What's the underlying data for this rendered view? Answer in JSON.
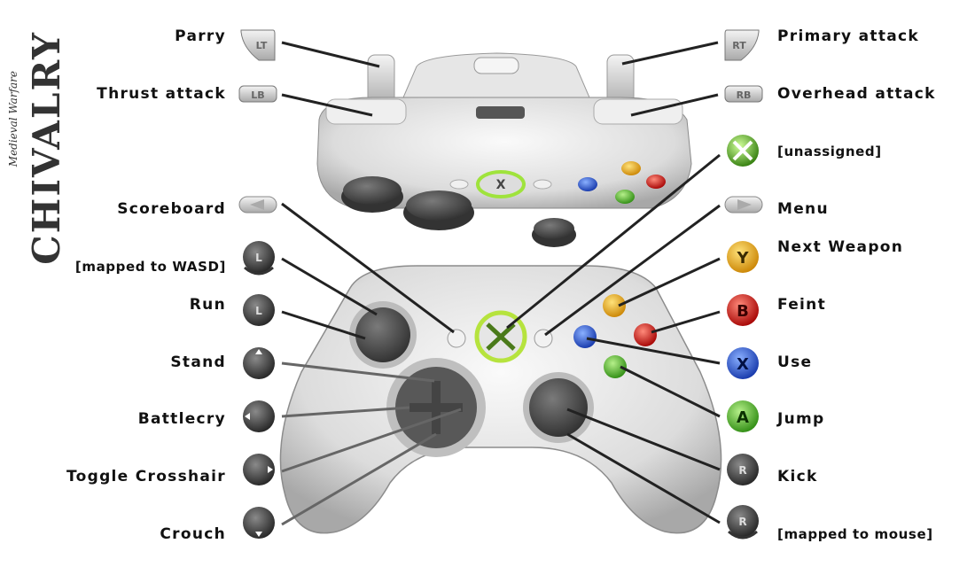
{
  "logo": {
    "title": "CHIVALRY",
    "subtitle": "Medieval Warfare"
  },
  "labels_left": [
    {
      "id": "parry",
      "text": "Parry",
      "button": "LT"
    },
    {
      "id": "thrust",
      "text": "Thrust attack",
      "button": "LB"
    },
    {
      "id": "scoreboard",
      "text": "Scoreboard",
      "button": "Back"
    },
    {
      "id": "wasd",
      "text": "[mapped to WASD]",
      "button": "Left stick"
    },
    {
      "id": "run",
      "text": "Run",
      "button": "Left stick click"
    },
    {
      "id": "stand",
      "text": "Stand",
      "button": "D-pad up"
    },
    {
      "id": "battlecry",
      "text": "Battlecry",
      "button": "D-pad left"
    },
    {
      "id": "crosshair",
      "text": "Toggle Crosshair",
      "button": "D-pad right"
    },
    {
      "id": "crouch",
      "text": "Crouch",
      "button": "D-pad down"
    }
  ],
  "labels_right": [
    {
      "id": "primary",
      "text": "Primary attack",
      "button": "RT"
    },
    {
      "id": "overhead",
      "text": "Overhead attack",
      "button": "RB"
    },
    {
      "id": "guide",
      "text": "[unassigned]",
      "button": "Guide"
    },
    {
      "id": "menu",
      "text": "Menu",
      "button": "Start"
    },
    {
      "id": "nextweapon",
      "text": "Next Weapon",
      "button": "Y"
    },
    {
      "id": "feint",
      "text": "Feint",
      "button": "B"
    },
    {
      "id": "use",
      "text": "Use",
      "button": "X"
    },
    {
      "id": "jump",
      "text": "Jump",
      "button": "A"
    },
    {
      "id": "kick",
      "text": "Kick",
      "button": "R"
    },
    {
      "id": "mouse",
      "text": "[mapped to mouse]",
      "button": "R"
    }
  ],
  "button_glyphs": {
    "lt": "LT",
    "rt": "RT",
    "lb": "LB",
    "rb": "RB",
    "y": "Y",
    "b": "B",
    "x": "X",
    "a": "A",
    "l": "L",
    "r": "R"
  },
  "colors": {
    "y": "#e8a317",
    "b": "#d62626",
    "x": "#2a5ad6",
    "a": "#4cae2a",
    "guide": "#6fcf2a",
    "line": "#222222"
  }
}
